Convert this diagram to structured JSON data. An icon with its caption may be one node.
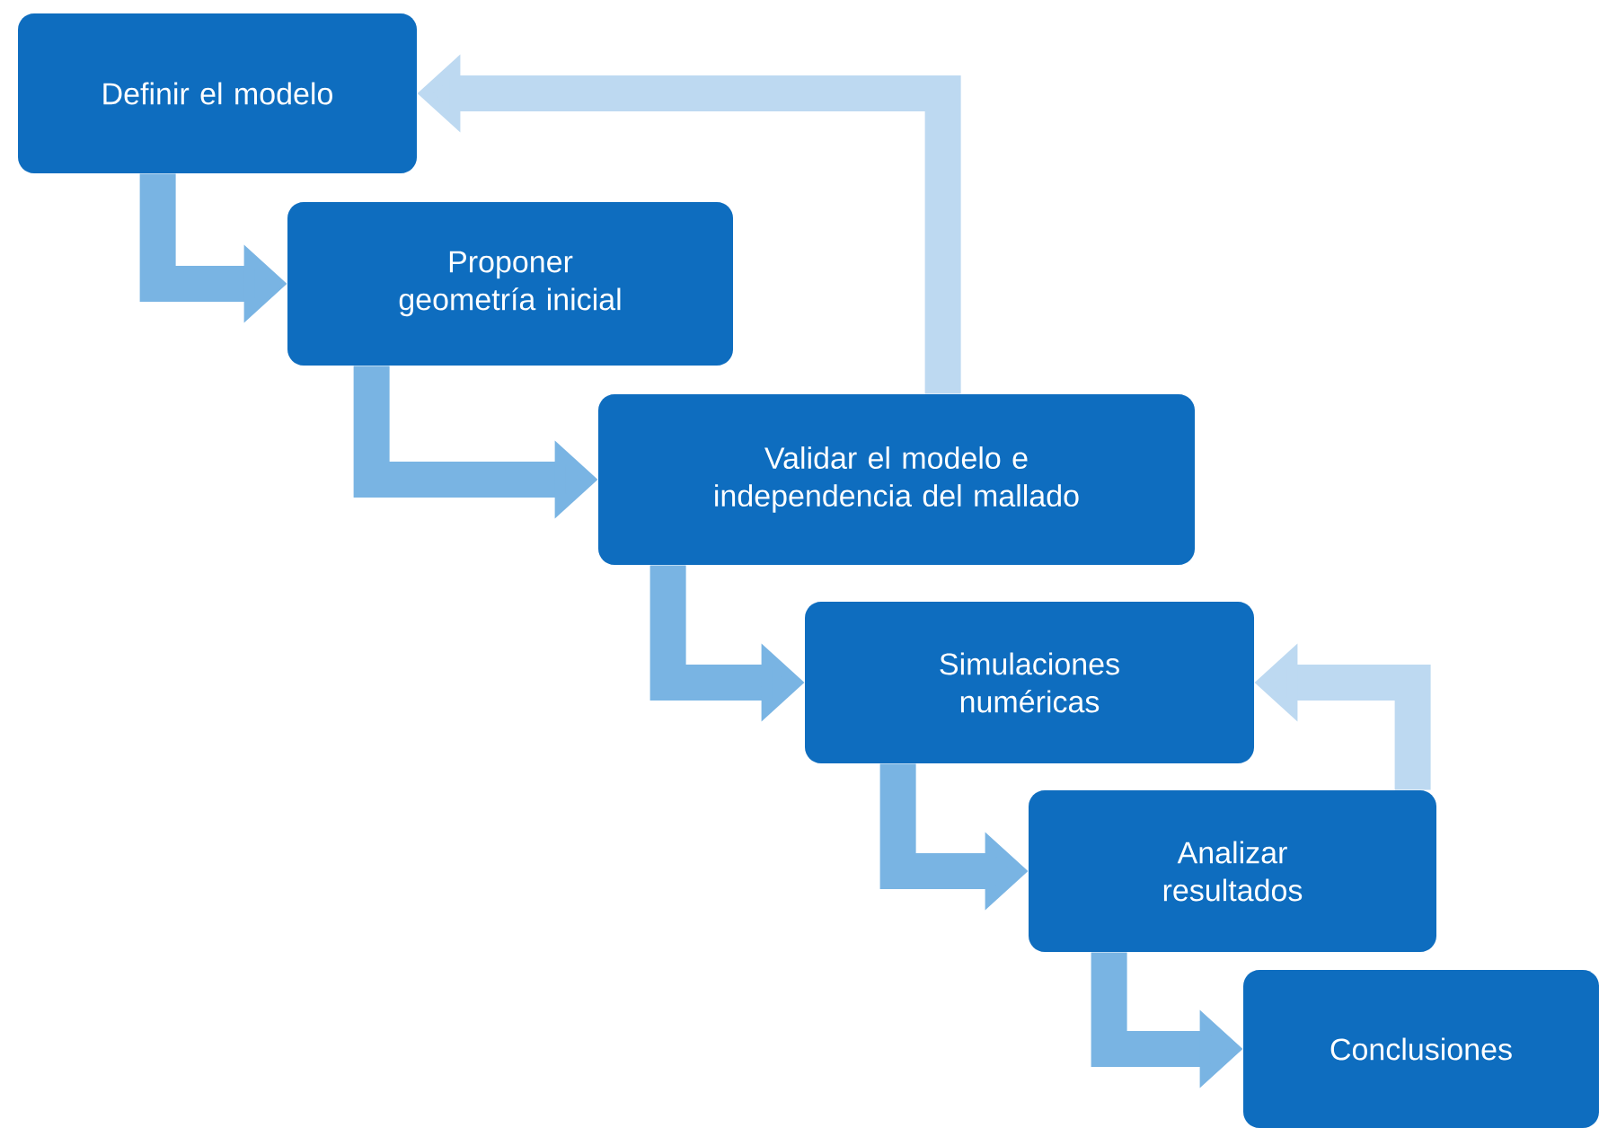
{
  "diagram": {
    "nodes": [
      {
        "text": [
          "Definir el modelo"
        ]
      },
      {
        "text": [
          "Proponer geometría inicial"
        ]
      },
      {
        "text": [
          "Validar el modelo e independencia del mallado"
        ]
      },
      {
        "text": [
          "Simulaciones numéricas"
        ]
      },
      {
        "text": [
          "Analizar resultados"
        ]
      },
      {
        "text": [
          "Conclusiones"
        ]
      }
    ],
    "edges": [
      {
        "from": 0,
        "to": 1,
        "arrow": "to"
      },
      {
        "from": 1,
        "to": 2,
        "arrow": "to"
      },
      {
        "from": 2,
        "to": 3,
        "arrow": "to"
      },
      {
        "from": 3,
        "to": 4,
        "arrow": "to"
      },
      {
        "from": 4,
        "to": 5,
        "arrow": "to"
      },
      {
        "from": 2,
        "to": 0,
        "arrow": "to",
        "color": "#bdd9f1"
      },
      {
        "from": 4,
        "to": 3,
        "arrow": "to",
        "color": "#bdd9f1"
      }
    ]
  }
}
